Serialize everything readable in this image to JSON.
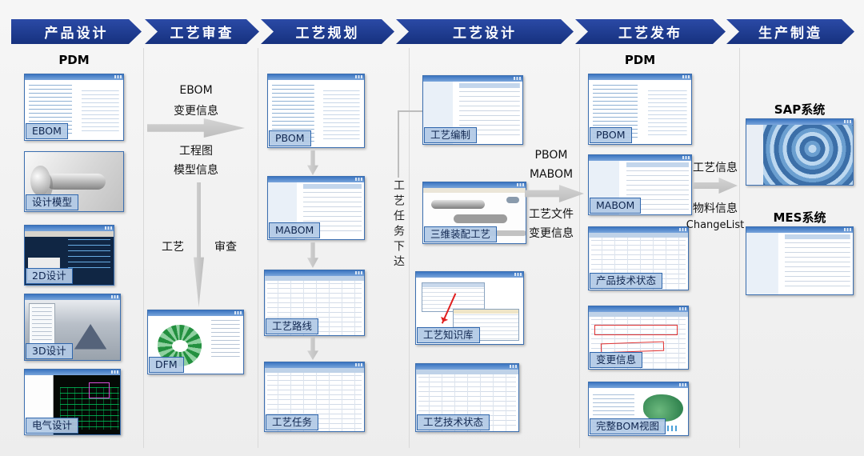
{
  "stages": [
    "产品设计",
    "工艺审查",
    "工艺规划",
    "工艺设计",
    "工艺发布",
    "生产制造"
  ],
  "design": {
    "header": "PDM",
    "items": [
      {
        "label": "EBOM"
      },
      {
        "label": "设计模型"
      },
      {
        "label": "2D设计"
      },
      {
        "label": "3D设计"
      },
      {
        "label": "电气设计"
      }
    ]
  },
  "review": {
    "flow1_line1": "EBOM",
    "flow1_line2": "变更信息",
    "flow1_line3": "工程图",
    "flow1_line4": "模型信息",
    "review_left": "工艺",
    "review_right": "审查",
    "dfm_label": "DFM"
  },
  "planning": {
    "items": [
      {
        "label": "PBOM"
      },
      {
        "label": "MABOM"
      },
      {
        "label": "工艺路线"
      },
      {
        "label": "工艺任务"
      }
    ]
  },
  "task_release_text": "工艺任务下达",
  "process_design": {
    "items": [
      {
        "label": "工艺编制"
      },
      {
        "label": "三维装配工艺"
      },
      {
        "label": "工艺知识库"
      },
      {
        "label": "工艺技术状态"
      }
    ]
  },
  "to_release": {
    "line1": "PBOM",
    "line2": "MABOM",
    "line3": "工艺文件",
    "line4": "变更信息"
  },
  "release": {
    "header": "PDM",
    "items": [
      {
        "label": "PBOM"
      },
      {
        "label": "MABOM"
      },
      {
        "label": "产品技术状态"
      },
      {
        "label": "变更信息"
      },
      {
        "label": "完整BOM视图"
      }
    ]
  },
  "to_production": {
    "line1": "工艺信息",
    "line2": "物料信息",
    "line3": "ChangeList"
  },
  "production": {
    "sap_header": "SAP系统",
    "mes_header": "MES系统"
  },
  "colors": {
    "banner_blue": "#16317e",
    "label_bg": "#b1c9e5",
    "label_border": "#2f66ac",
    "arrow_gray": "#c6c6c6"
  }
}
